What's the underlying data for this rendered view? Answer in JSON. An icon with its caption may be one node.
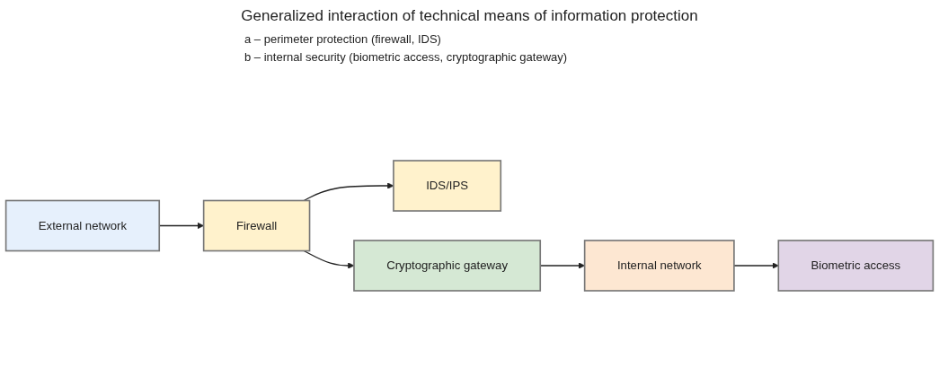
{
  "diagram": {
    "title": "Generalized interaction of technical means of information protection",
    "nodes": [
      {
        "text": [
          "External network"
        ]
      },
      {
        "text": [
          "Firewall"
        ]
      },
      {
        "text": [
          "IDS/IPS"
        ]
      },
      {
        "text": [
          "Cryptographic gateway"
        ]
      },
      {
        "text": [
          "Internal network"
        ]
      },
      {
        "text": [
          "Biometric access"
        ]
      }
    ],
    "edges": [
      {
        "from": 0,
        "to": 1,
        "arrow": "to"
      },
      {
        "from": 1,
        "to": 2,
        "arrow": "to"
      },
      {
        "from": 1,
        "to": 3,
        "arrow": "to"
      },
      {
        "from": 3,
        "to": 4,
        "arrow": "to"
      },
      {
        "from": 4,
        "to": 5,
        "arrow": "to"
      }
    ],
    "labels": [
      "a – perimeter protection (firewall, IDS)",
      "b – internal security (biometric access, cryptographic gateway)"
    ]
  }
}
